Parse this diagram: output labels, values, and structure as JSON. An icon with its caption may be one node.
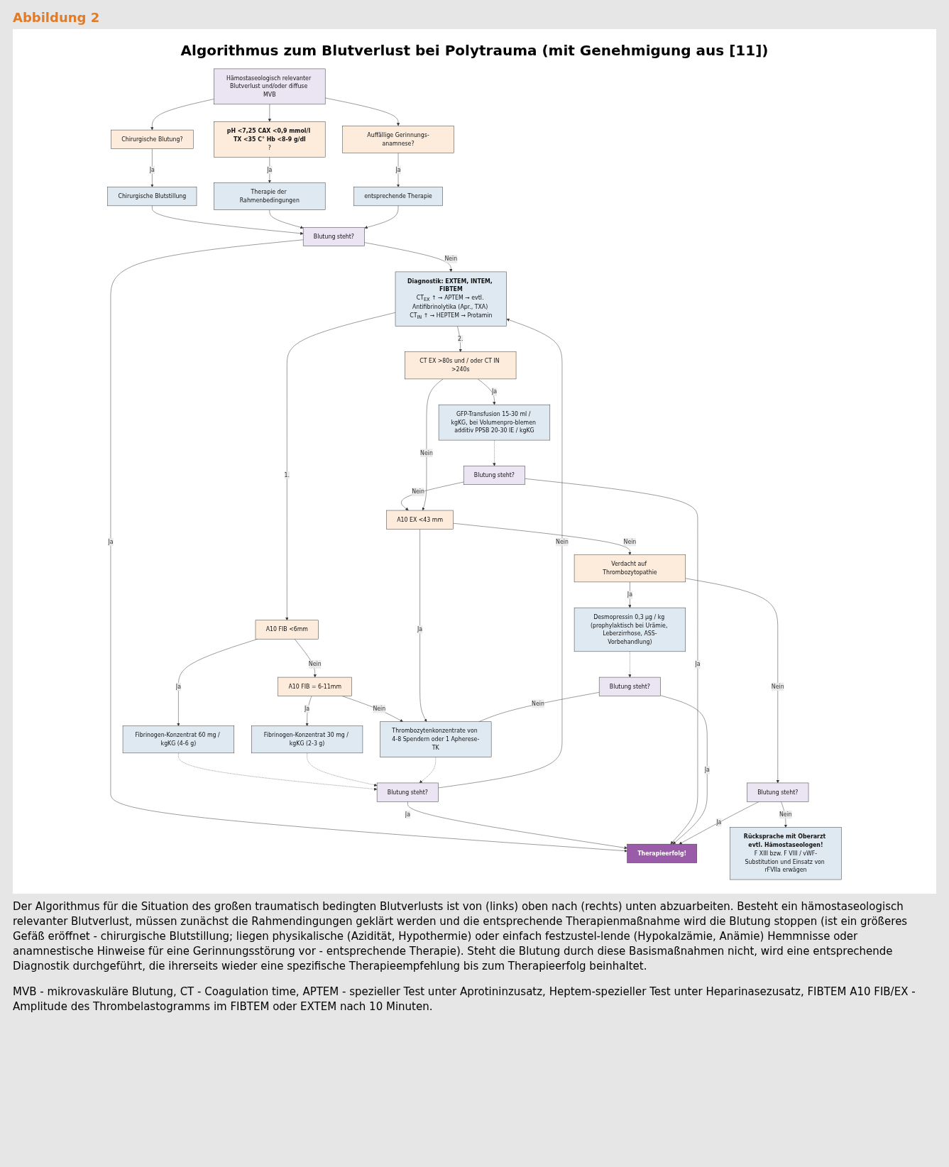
{
  "diagram": {
    "title": "Algorithmus zum Blutverlust bei Polytrauma (mit Genehmigung aus [11])",
    "caption": "Der Algorithmus für die Situation des großen traumatisch bedingten Blutverlusts ist von (links) oben nach (rechts) unten abzuarbeiten. Besteht ein hämostaseologisch relevanter Blutverlust, müssen zunächst die Rahmendingungen geklärt werden und die entsprechende Therapienmaßnahme wird die Blutung stoppen (ist ein größeres Gefäß eröffnet - chirurgische Blutstillung; liegen physikalische (Azidität, Hypothermie) oder einfach festzustel-lende (Hypokalzämie, Anämie) Hemmnisse oder anamnestische Hinweise für eine Gerinnungsstörung vor - entsprechende Therapie). Steht die Blutung durch diese Basismaßnahmen nicht, wird eine entsprechende Diagnostik durchgeführt, die ihrerseits wieder eine spezifische Therapieempfehlung bis zum Therapieerfolg beinhaltet.",
    "nodes": [
      {
        "text": [
          "Hämostaseologisch relevanter Blutverlust und/oder diffuse MVB"
        ]
      },
      {
        "text": [
          "Chirurgische Blutung?"
        ]
      },
      {
        "text": [
          "pH <7,25 CAX <0,9 mmol/l TX <35 C° Hb <8-9 g/dl",
          "?"
        ]
      },
      {
        "text": [
          "Auffällige Gerinnungs-anamnese?"
        ]
      },
      {
        "text": [
          "Chirurgische Blutstillung"
        ]
      },
      {
        "text": [
          "Therapie der Rahmenbedingungen"
        ]
      },
      {
        "text": [
          "entsprechende Therapie"
        ]
      },
      {
        "text": [
          "Blutung steht?"
        ]
      },
      {
        "text": [
          "Diagnostik: EXTEM, INTEM, FIBTEM",
          "CT$_{EX}$ ↑ → APTEM → evtl. Antifibrinolytika (Apr., TXA) CT$_{IN}$ ↑ → HEPTEM → Protamin"
        ]
      },
      {
        "text": [
          "A10 FIB <6mm"
        ]
      },
      {
        "text": [
          "Fibrinogen-Konzentrat 60 mg / kgKG (4-6 g)"
        ]
      },
      {
        "text": [
          "A10 FIB = 6-11mm"
        ]
      },
      {
        "text": [
          "Fibrinogen-Konzentrat 30 mg / kgKG (2-3 g)"
        ]
      },
      {
        "text": [
          "Blutung steht?"
        ]
      },
      {
        "text": [
          "CT EX >80s und / oder CT IN >240s"
        ]
      },
      {
        "text": [
          "GFP-Transfusion 15-30 ml / kgKG, bei Volumenpro-blemen additiv PPSB 20-30 IE / kgKG"
        ]
      },
      {
        "text": [
          "Blutung steht?"
        ]
      },
      {
        "text": [
          "A10 EX <43 mm"
        ]
      },
      {
        "text": [
          "Thrombozytenkonzentrate von 4-8 Spendern oder 1 Apherese-TK"
        ]
      },
      {
        "text": [
          "Verdacht auf Thrombozytopathie"
        ]
      },
      {
        "text": [
          "Desmopressin 0,3 µg / kg (prophylaktisch bei Urämie, Leberzirrhose, ASS-Vorbehandlung)"
        ]
      },
      {
        "text": [
          "Blutung steht?"
        ]
      },
      {
        "text": [
          "Rücksprache mit Oberarzt evtl. Hämostaseologen!",
          "F XIII bzw. F VIII / vWF-Substitution und Einsatz von rFVIIa erwägen"
        ]
      },
      {
        "text": [
          "Blutung steht?"
        ]
      },
      {
        "text": [
          "Therapieerfolg!"
        ]
      }
    ],
    "edges": [
      {
        "from": 0,
        "to": 1,
        "arrow": "to"
      },
      {
        "from": 0,
        "to": 2,
        "arrow": "to"
      },
      {
        "from": 0,
        "to": 3,
        "arrow": "to"
      },
      {
        "from": 1,
        "to": 4,
        "arrow": "to",
        "label": "Ja"
      },
      {
        "from": 2,
        "to": 5,
        "arrow": "to",
        "label": "Ja"
      },
      {
        "from": 3,
        "to": 6,
        "arrow": "to",
        "label": "Ja"
      },
      {
        "from": 4,
        "to": 7,
        "arrow": "to"
      },
      {
        "from": 5,
        "to": 7,
        "arrow": "to"
      },
      {
        "from": 6,
        "to": 7,
        "arrow": "to"
      },
      {
        "from": 7,
        "to": 24,
        "arrow": "to",
        "label": "Ja"
      },
      {
        "from": 7,
        "to": 8,
        "arrow": "to",
        "label": "Nein"
      },
      {
        "from": 13,
        "to": 8,
        "arrow": "to",
        "label": "Nein"
      },
      {
        "from": 8,
        "to": 9,
        "arrow": "to",
        "label": "1."
      },
      {
        "from": 8,
        "to": 14,
        "arrow": "to",
        "label": "2."
      },
      {
        "from": 9,
        "to": 10,
        "arrow": "to",
        "label": "Ja"
      },
      {
        "from": 9,
        "to": 11,
        "arrow": "to",
        "label": "Nein"
      },
      {
        "from": 11,
        "to": 12,
        "arrow": "to",
        "label": "Ja"
      },
      {
        "from": 11,
        "to": 18,
        "arrow": "to",
        "label": "Nein"
      },
      {
        "from": 10,
        "to": 13,
        "arrow": "to",
        "style": "dashed"
      },
      {
        "from": 12,
        "to": 13,
        "arrow": "to",
        "style": "dashed"
      },
      {
        "from": 18,
        "to": 13,
        "arrow": "to",
        "style": "dashed"
      },
      {
        "from": 13,
        "to": 24,
        "arrow": "to",
        "label": "Ja"
      },
      {
        "from": 14,
        "to": 15,
        "arrow": "to",
        "label": "Ja"
      },
      {
        "from": 15,
        "to": 16,
        "arrow": "to",
        "style": "dashed"
      },
      {
        "from": 16,
        "to": 24,
        "arrow": "to",
        "label": "Ja"
      },
      {
        "from": 16,
        "to": 17,
        "arrow": "to",
        "label": "Nein"
      },
      {
        "from": 14,
        "to": 17,
        "arrow": "to",
        "label": "Nein"
      },
      {
        "from": 17,
        "to": 18,
        "arrow": "to",
        "label": "Ja"
      },
      {
        "from": 21,
        "to": 18,
        "arrow": "none",
        "label": "Nein"
      },
      {
        "from": 17,
        "to": 19,
        "arrow": "to",
        "label": "Nein"
      },
      {
        "from": 19,
        "to": 20,
        "arrow": "to",
        "label": "Ja"
      },
      {
        "from": 20,
        "to": 21,
        "arrow": "to",
        "style": "dashed"
      },
      {
        "from": 21,
        "to": 24,
        "arrow": "to",
        "label": "Ja"
      },
      {
        "from": 19,
        "to": 23,
        "arrow": "to",
        "label": "Nein"
      },
      {
        "from": 23,
        "to": 22,
        "arrow": "to",
        "label": "Nein"
      },
      {
        "from": 23,
        "to": 24,
        "arrow": "to",
        "label": "Ja"
      }
    ],
    "labels": [
      "Abbildung 2",
      "MVB - mikrovaskuläre Blutung, CT - Coagulation time, APTEM - spezieller Test unter Aprotininzusatz, Heptem-spezieller Test unter Heparinasezusatz, FIBTEM A10 FIB/EX - Amplitude des Thrombelastogramms im FIBTEM oder EXTEM nach 10 Minuten."
    ]
  }
}
